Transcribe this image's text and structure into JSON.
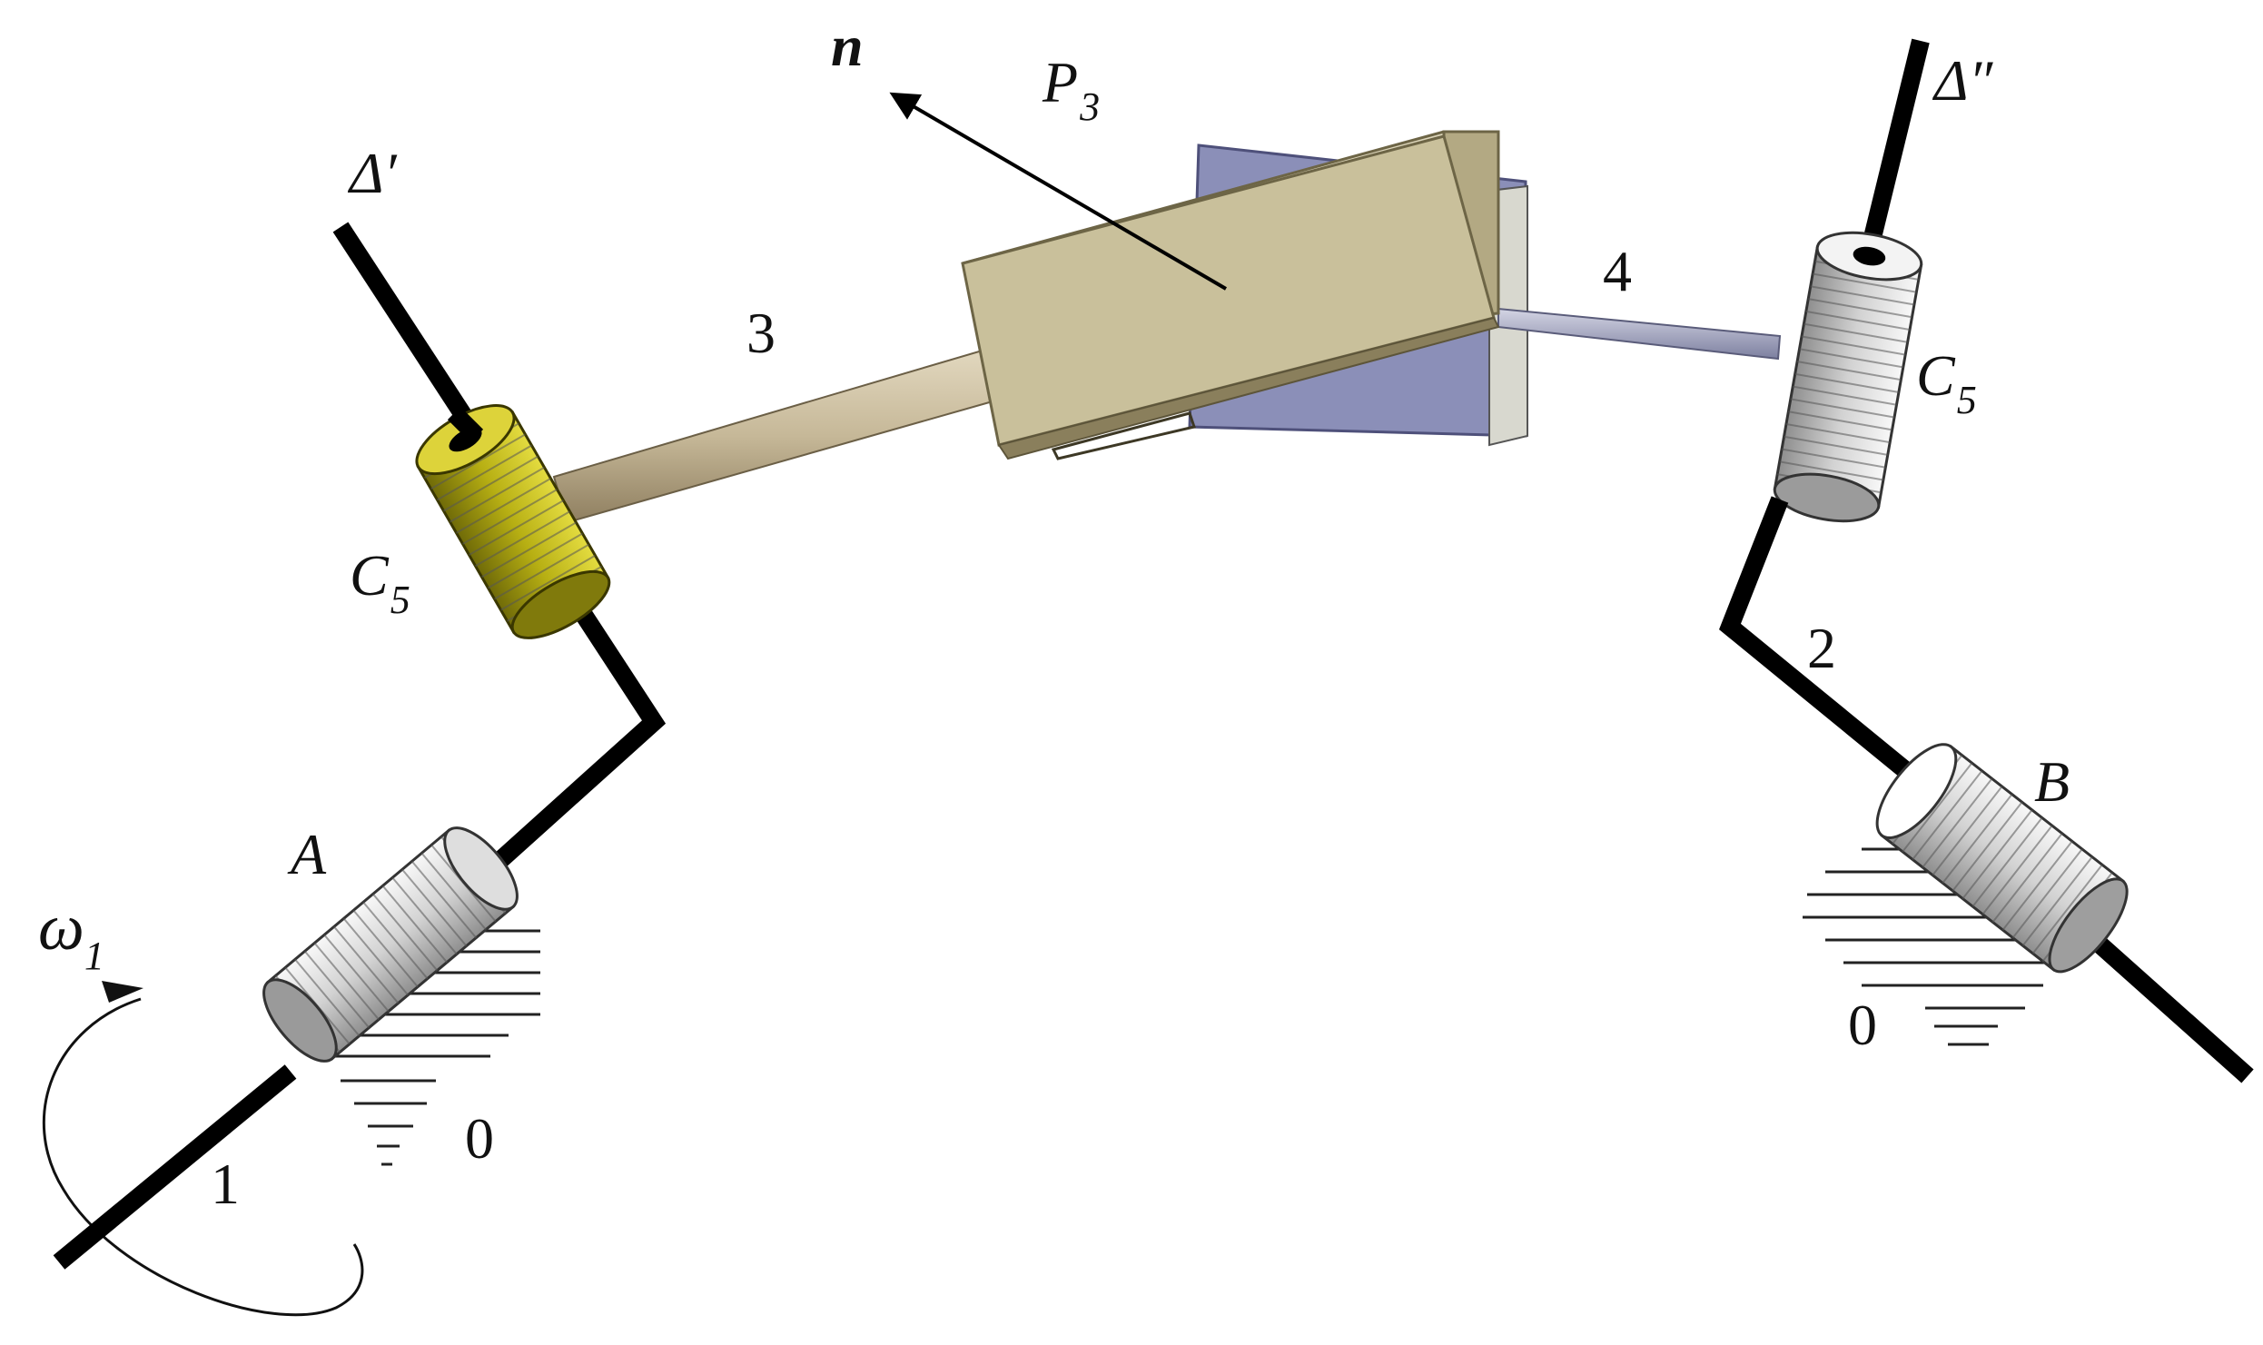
{
  "labels": {
    "n": "n",
    "p3_main": "P",
    "p3_sub": "3",
    "delta_prime": "Δ′",
    "delta_dprime": "Δ″",
    "link3": "3",
    "link4": "4",
    "c5_left_main": "C",
    "c5_left_sub": "5",
    "c5_right_main": "C",
    "c5_right_sub": "5",
    "link2": "2",
    "b": "B",
    "a": "A",
    "omega_main": "ω",
    "omega_sub": "1",
    "ground_left": "0",
    "ground_right": "0",
    "link1": "1"
  },
  "colors": {
    "link_black": "#000000",
    "left_c5_cylinder": "#c9c21a",
    "block_tan": "#c9c09b",
    "plate_blue": "#8b8fb8",
    "rod3": "#c7b99a",
    "rod4": "#a6a8bd",
    "cylinder_white": "#e6e6e6"
  }
}
